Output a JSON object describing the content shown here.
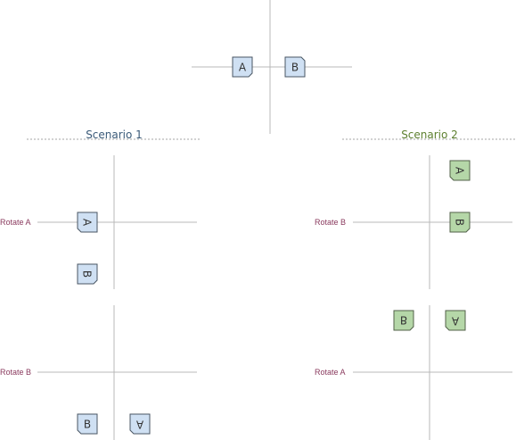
{
  "colors": {
    "axis": "#b8b8b8",
    "divider": "#a5a5a5",
    "blue_fill": "#cfe0f3",
    "blue_stroke": "#4a5663",
    "green_fill": "#b5d7a8",
    "green_stroke": "#526049",
    "scenario1_color": "#3a5a78",
    "scenario2_color": "#5c7f2e",
    "rotate_label_color": "#8a3a5e",
    "shape_text": "#333333"
  },
  "headers": {
    "scenario1": "Scenario 1",
    "scenario2": "Scenario 2"
  },
  "labels": {
    "s1_row1": "Rotate A",
    "s1_row2": "Rotate B",
    "s2_row1": "Rotate B",
    "s2_row2": "Rotate A"
  },
  "shapes": {
    "top_a": "A",
    "top_b": "B",
    "s1_row1_a": "A",
    "s1_row1_b": "B",
    "s1_row2_b": "B",
    "s1_row2_a": "A",
    "s2_row1_a": "A",
    "s2_row1_b": "B",
    "s2_row2_b": "B",
    "s2_row2_a": "A"
  }
}
